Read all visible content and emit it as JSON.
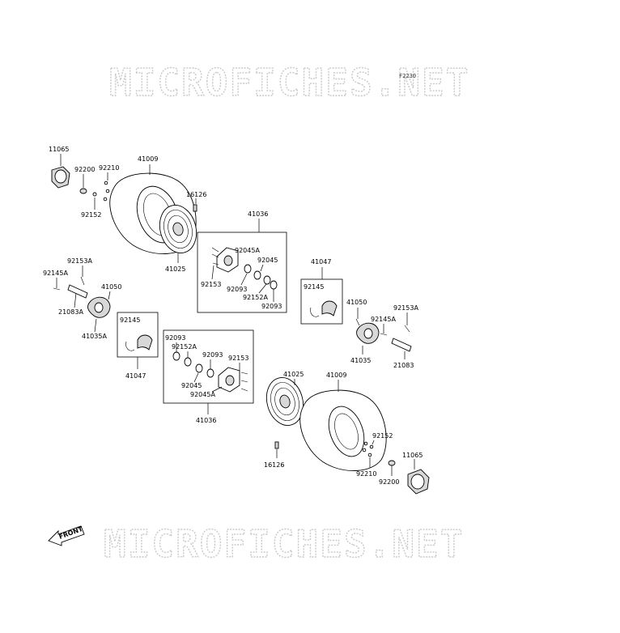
{
  "watermark": {
    "top": "MICROFICHES.NET",
    "bottom": "MICROFICHES.NET"
  },
  "figure_code": "F2230",
  "front_marker": "FRONT",
  "labels": {
    "l11065_a": "11065",
    "l92200_a": "92200",
    "l92210_a": "92210",
    "l92152_a": "92152",
    "l41009_a": "41009",
    "l16126_a": "16126",
    "l41025_a": "41025",
    "l41036_a": "41036",
    "l92045A_a": "92045A",
    "l92045_a": "92045",
    "l92153_a": "92153",
    "l92093_a": "92093",
    "l92152A_a": "92152A",
    "l92093b_a": "92093",
    "l41047_a": "41047",
    "l92145_a": "92145",
    "l92153A_a": "92153A",
    "l92145A_a": "92145A",
    "l41050_a": "41050",
    "l21083A": "21083A",
    "l41035A": "41035A",
    "l92145_b": "92145",
    "l41047_b": "41047",
    "l92093_b": "92093",
    "l92152A_b": "92152A",
    "l92093b_b": "92093",
    "l92153_b": "92153",
    "l92045_b": "92045",
    "l92045A_b": "92045A",
    "l41036_b": "41036",
    "l41050_b": "41050",
    "l92153A_b": "92153A",
    "l92145A_b": "92145A",
    "l41035": "41035",
    "l21083": "21083",
    "l41025_b": "41025",
    "l41009_b": "41009",
    "l16126_b": "16126",
    "l92152_b": "92152",
    "l11065_b": "11065",
    "l92210_b": "92210",
    "l92200_b": "92200"
  }
}
